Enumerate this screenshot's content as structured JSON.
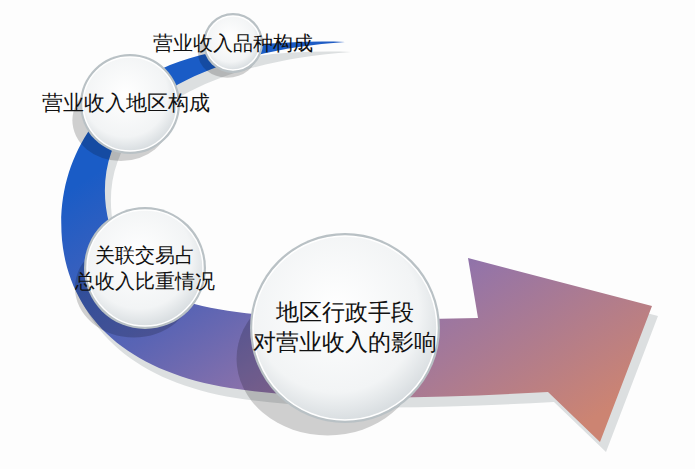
{
  "diagram": {
    "nodes": [
      {
        "text": [
          "营业收入品种构成"
        ]
      },
      {
        "text": [
          "营业收入地区构成"
        ]
      },
      {
        "text": [
          "关联交易占 总收入比重情况"
        ]
      },
      {
        "text": [
          "地区行政手段 对营业收入的影响"
        ]
      }
    ]
  }
}
